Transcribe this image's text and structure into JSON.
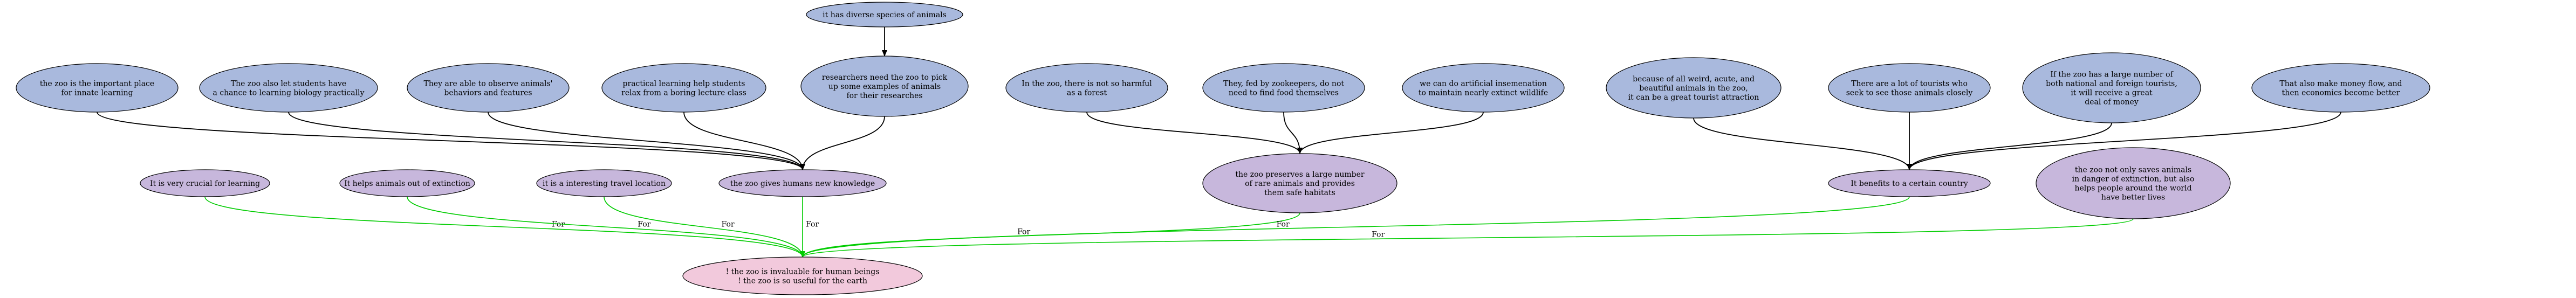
{
  "colors": {
    "premise_fill": "#a9b9dd",
    "reason_fill": "#c7b7dc",
    "claim_fill": "#f2c9dc",
    "support_edge": "#00cc00",
    "edge": "#000000",
    "stroke": "#000000"
  },
  "nodes": [
    {
      "id": "p1",
      "kind": "premise",
      "lines": [
        "the zoo is the important place",
        "for innate learning"
      ]
    },
    {
      "id": "p2",
      "kind": "premise",
      "lines": [
        "The zoo also let students have",
        "a chance to learning biology practically"
      ]
    },
    {
      "id": "p3",
      "kind": "premise",
      "lines": [
        "They are able to observe animals'",
        "behaviors and features"
      ]
    },
    {
      "id": "p4",
      "kind": "premise",
      "lines": [
        "practical learning help students",
        "relax from a boring lecture class"
      ]
    },
    {
      "id": "p5",
      "kind": "premise",
      "lines": [
        "researchers need the zoo to pick",
        "up some examples of animals",
        "for their researches"
      ]
    },
    {
      "id": "p6",
      "kind": "premise",
      "lines": [
        "it has diverse species of animals"
      ]
    },
    {
      "id": "p7",
      "kind": "premise",
      "lines": [
        "In the zoo, there is not so harmful",
        "as a forest"
      ]
    },
    {
      "id": "p8",
      "kind": "premise",
      "lines": [
        "They, fed by zookeepers, do not",
        "need to find food themselves"
      ]
    },
    {
      "id": "p9",
      "kind": "premise",
      "lines": [
        "we can do artificial insemenation",
        "to maintain nearly extinct wildlife"
      ]
    },
    {
      "id": "p10",
      "kind": "premise",
      "lines": [
        "because of all weird, acute, and",
        "beautiful animals in the zoo,",
        "it can be a great tourist attraction"
      ]
    },
    {
      "id": "p11",
      "kind": "premise",
      "lines": [
        "There are a lot of tourists who",
        "seek to see those animals closely"
      ]
    },
    {
      "id": "p12",
      "kind": "premise",
      "lines": [
        "If the zoo has a large number of",
        "both national and foreign tourists,",
        "it will receive a great",
        "deal of money"
      ]
    },
    {
      "id": "p13",
      "kind": "premise",
      "lines": [
        "That also make money flow, and",
        "then economics become better"
      ]
    },
    {
      "id": "r1",
      "kind": "reason",
      "lines": [
        "It is very crucial for learning"
      ]
    },
    {
      "id": "r2",
      "kind": "reason",
      "lines": [
        "It helps animals out of extinction"
      ]
    },
    {
      "id": "r3",
      "kind": "reason",
      "lines": [
        "it is a interesting travel location"
      ]
    },
    {
      "id": "r4",
      "kind": "reason",
      "lines": [
        "the zoo gives humans new knowledge"
      ]
    },
    {
      "id": "r5",
      "kind": "reason",
      "lines": [
        "the zoo preserves a large number",
        "of rare animals and provides",
        "them safe habitats"
      ]
    },
    {
      "id": "r6",
      "kind": "reason",
      "lines": [
        "It benefits to a certain country"
      ]
    },
    {
      "id": "r7",
      "kind": "reason",
      "lines": [
        "the zoo not only saves animals",
        "in danger of extinction, but also",
        "helps people around the world",
        "have better lives"
      ]
    },
    {
      "id": "c1",
      "kind": "claim",
      "lines": [
        "! the zoo is invaluable for human beings",
        "! the zoo is so useful for the earth"
      ]
    }
  ],
  "edges": [
    {
      "from": "p6",
      "to": "p5",
      "label": ""
    },
    {
      "from": "p1",
      "to": "r4",
      "label": ""
    },
    {
      "from": "p2",
      "to": "r4",
      "label": ""
    },
    {
      "from": "p3",
      "to": "r4",
      "label": ""
    },
    {
      "from": "p4",
      "to": "r4",
      "label": ""
    },
    {
      "from": "p5",
      "to": "r4",
      "label": ""
    },
    {
      "from": "p7",
      "to": "r5",
      "label": ""
    },
    {
      "from": "p8",
      "to": "r5",
      "label": ""
    },
    {
      "from": "p9",
      "to": "r5",
      "label": ""
    },
    {
      "from": "p10",
      "to": "r6",
      "label": ""
    },
    {
      "from": "p11",
      "to": "r6",
      "label": ""
    },
    {
      "from": "p12",
      "to": "r6",
      "label": ""
    },
    {
      "from": "p13",
      "to": "r6",
      "label": ""
    },
    {
      "from": "r1",
      "to": "c1",
      "label": "For"
    },
    {
      "from": "r2",
      "to": "c1",
      "label": "For"
    },
    {
      "from": "r3",
      "to": "c1",
      "label": "For"
    },
    {
      "from": "r4",
      "to": "c1",
      "label": "For"
    },
    {
      "from": "r5",
      "to": "c1",
      "label": "For"
    },
    {
      "from": "r6",
      "to": "c1",
      "label": "For"
    },
    {
      "from": "r7",
      "to": "c1",
      "label": "For"
    }
  ]
}
